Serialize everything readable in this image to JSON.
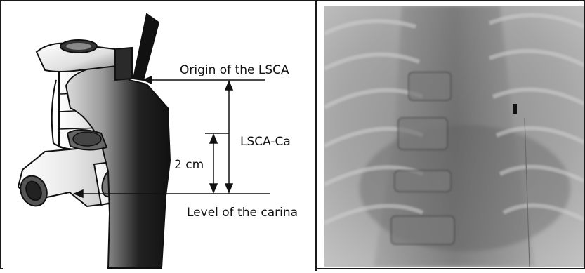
{
  "figure": {
    "labels": {
      "origin": "Origin of the LSCA",
      "distance": "LSCA-Ca",
      "two_cm": "2 cm",
      "carina": "Level of the carina"
    }
  },
  "colors": {
    "stroke": "#111111",
    "xray_dark": "#3a3a3a",
    "xray_light": "#b8b8b8"
  }
}
